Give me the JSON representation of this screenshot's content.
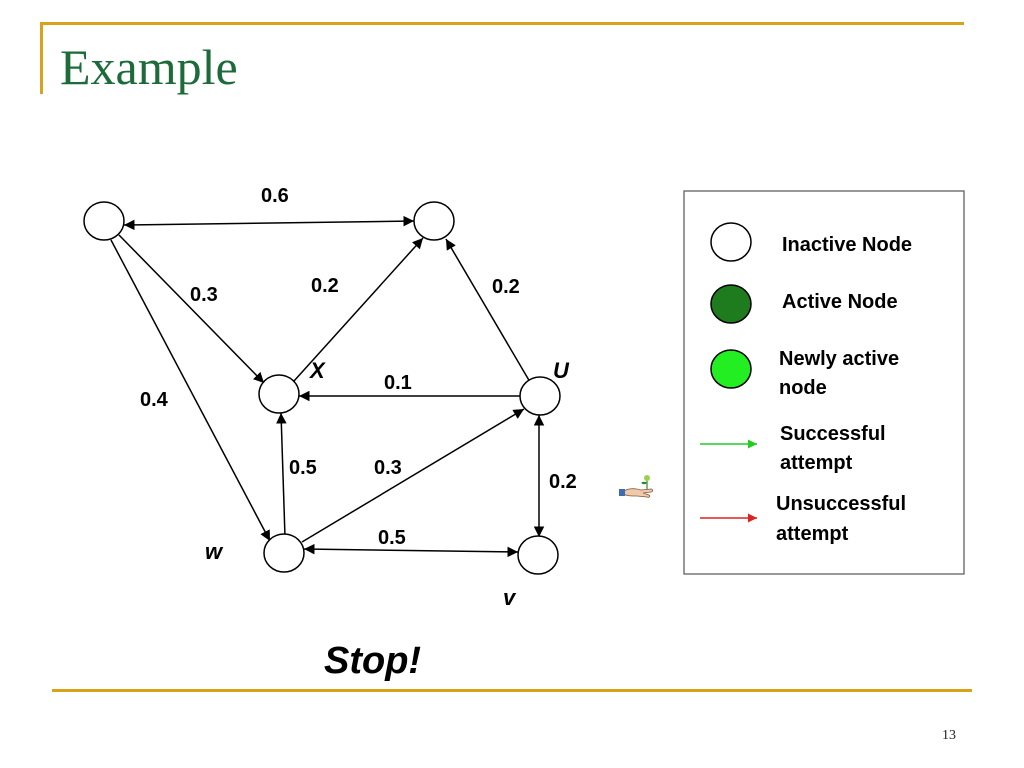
{
  "slide": {
    "title": "Example",
    "page_number": "13",
    "stop_text": "Stop!",
    "accent_color": "#D9A21B",
    "title_color": "#1D6B3A"
  },
  "nodes": [
    {
      "id": "top-left",
      "label": ""
    },
    {
      "id": "top-right",
      "label": ""
    },
    {
      "id": "x",
      "label": "X"
    },
    {
      "id": "u",
      "label": "U"
    },
    {
      "id": "w",
      "label": "w"
    },
    {
      "id": "v",
      "label": "v"
    }
  ],
  "edges": [
    {
      "from": "top-left",
      "to": "top-right",
      "weight": "0.6",
      "bidirectional": true
    },
    {
      "from": "top-left",
      "to": "x",
      "weight": "0.3"
    },
    {
      "from": "top-left",
      "to": "w",
      "weight": "0.4"
    },
    {
      "from": "x",
      "to": "top-right",
      "weight": "0.2"
    },
    {
      "from": "u",
      "to": "top-right",
      "weight": "0.2"
    },
    {
      "from": "u",
      "to": "x",
      "weight": "0.1"
    },
    {
      "from": "w",
      "to": "x",
      "weight": "0.5"
    },
    {
      "from": "w",
      "to": "u",
      "weight": "0.3"
    },
    {
      "from": "u",
      "to": "v",
      "weight": "0.2",
      "bidirectional": true
    },
    {
      "from": "w",
      "to": "v",
      "weight": "0.5",
      "bidirectional": true
    }
  ],
  "legend": {
    "inactive": {
      "label": "Inactive Node",
      "color": "#ffffff"
    },
    "active": {
      "label": "Active Node",
      "color": "#1E7B1E"
    },
    "newly_active": {
      "label_line1": "Newly active",
      "label_line2": "node",
      "color": "#22EE22"
    },
    "successful": {
      "label_line1": "Successful",
      "label_line2": "attempt",
      "color": "#22CC22"
    },
    "unsuccessful": {
      "label_line1": "Unsuccessful",
      "label_line2": "attempt",
      "color": "#DD2222"
    }
  },
  "clipart_icon": "hand-with-flower-icon"
}
